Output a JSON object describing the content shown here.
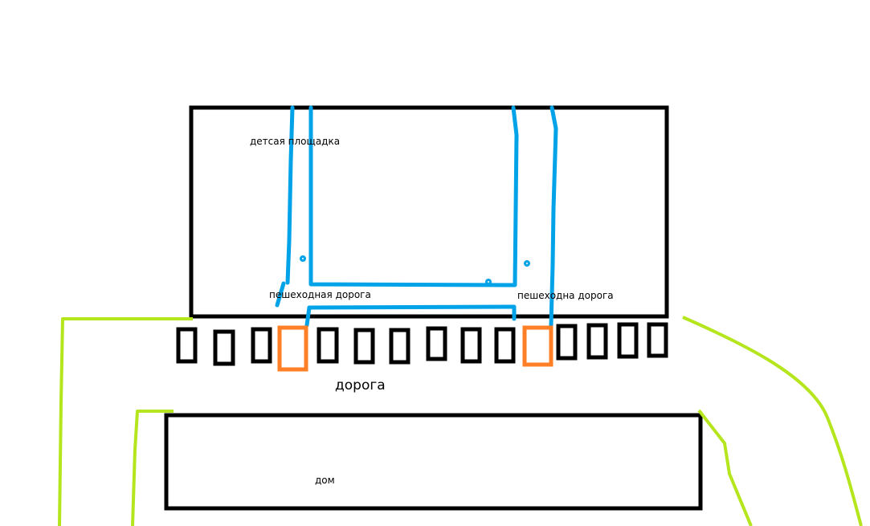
{
  "labels": {
    "playground": "детсая площадка",
    "footpath_left": "пешеходная дорога",
    "footpath_right": "пешеходна дорога",
    "road": "дорога",
    "house": "дом"
  },
  "colors": {
    "outline": "#000000",
    "footpath": "#00a2e8",
    "crossing": "#ff7f27",
    "border": "#b5e61d"
  },
  "road_markings": [
    "black",
    "black",
    "black",
    "orange",
    "black",
    "black",
    "black",
    "black",
    "black",
    "black",
    "orange",
    "black",
    "black",
    "black",
    "black"
  ]
}
